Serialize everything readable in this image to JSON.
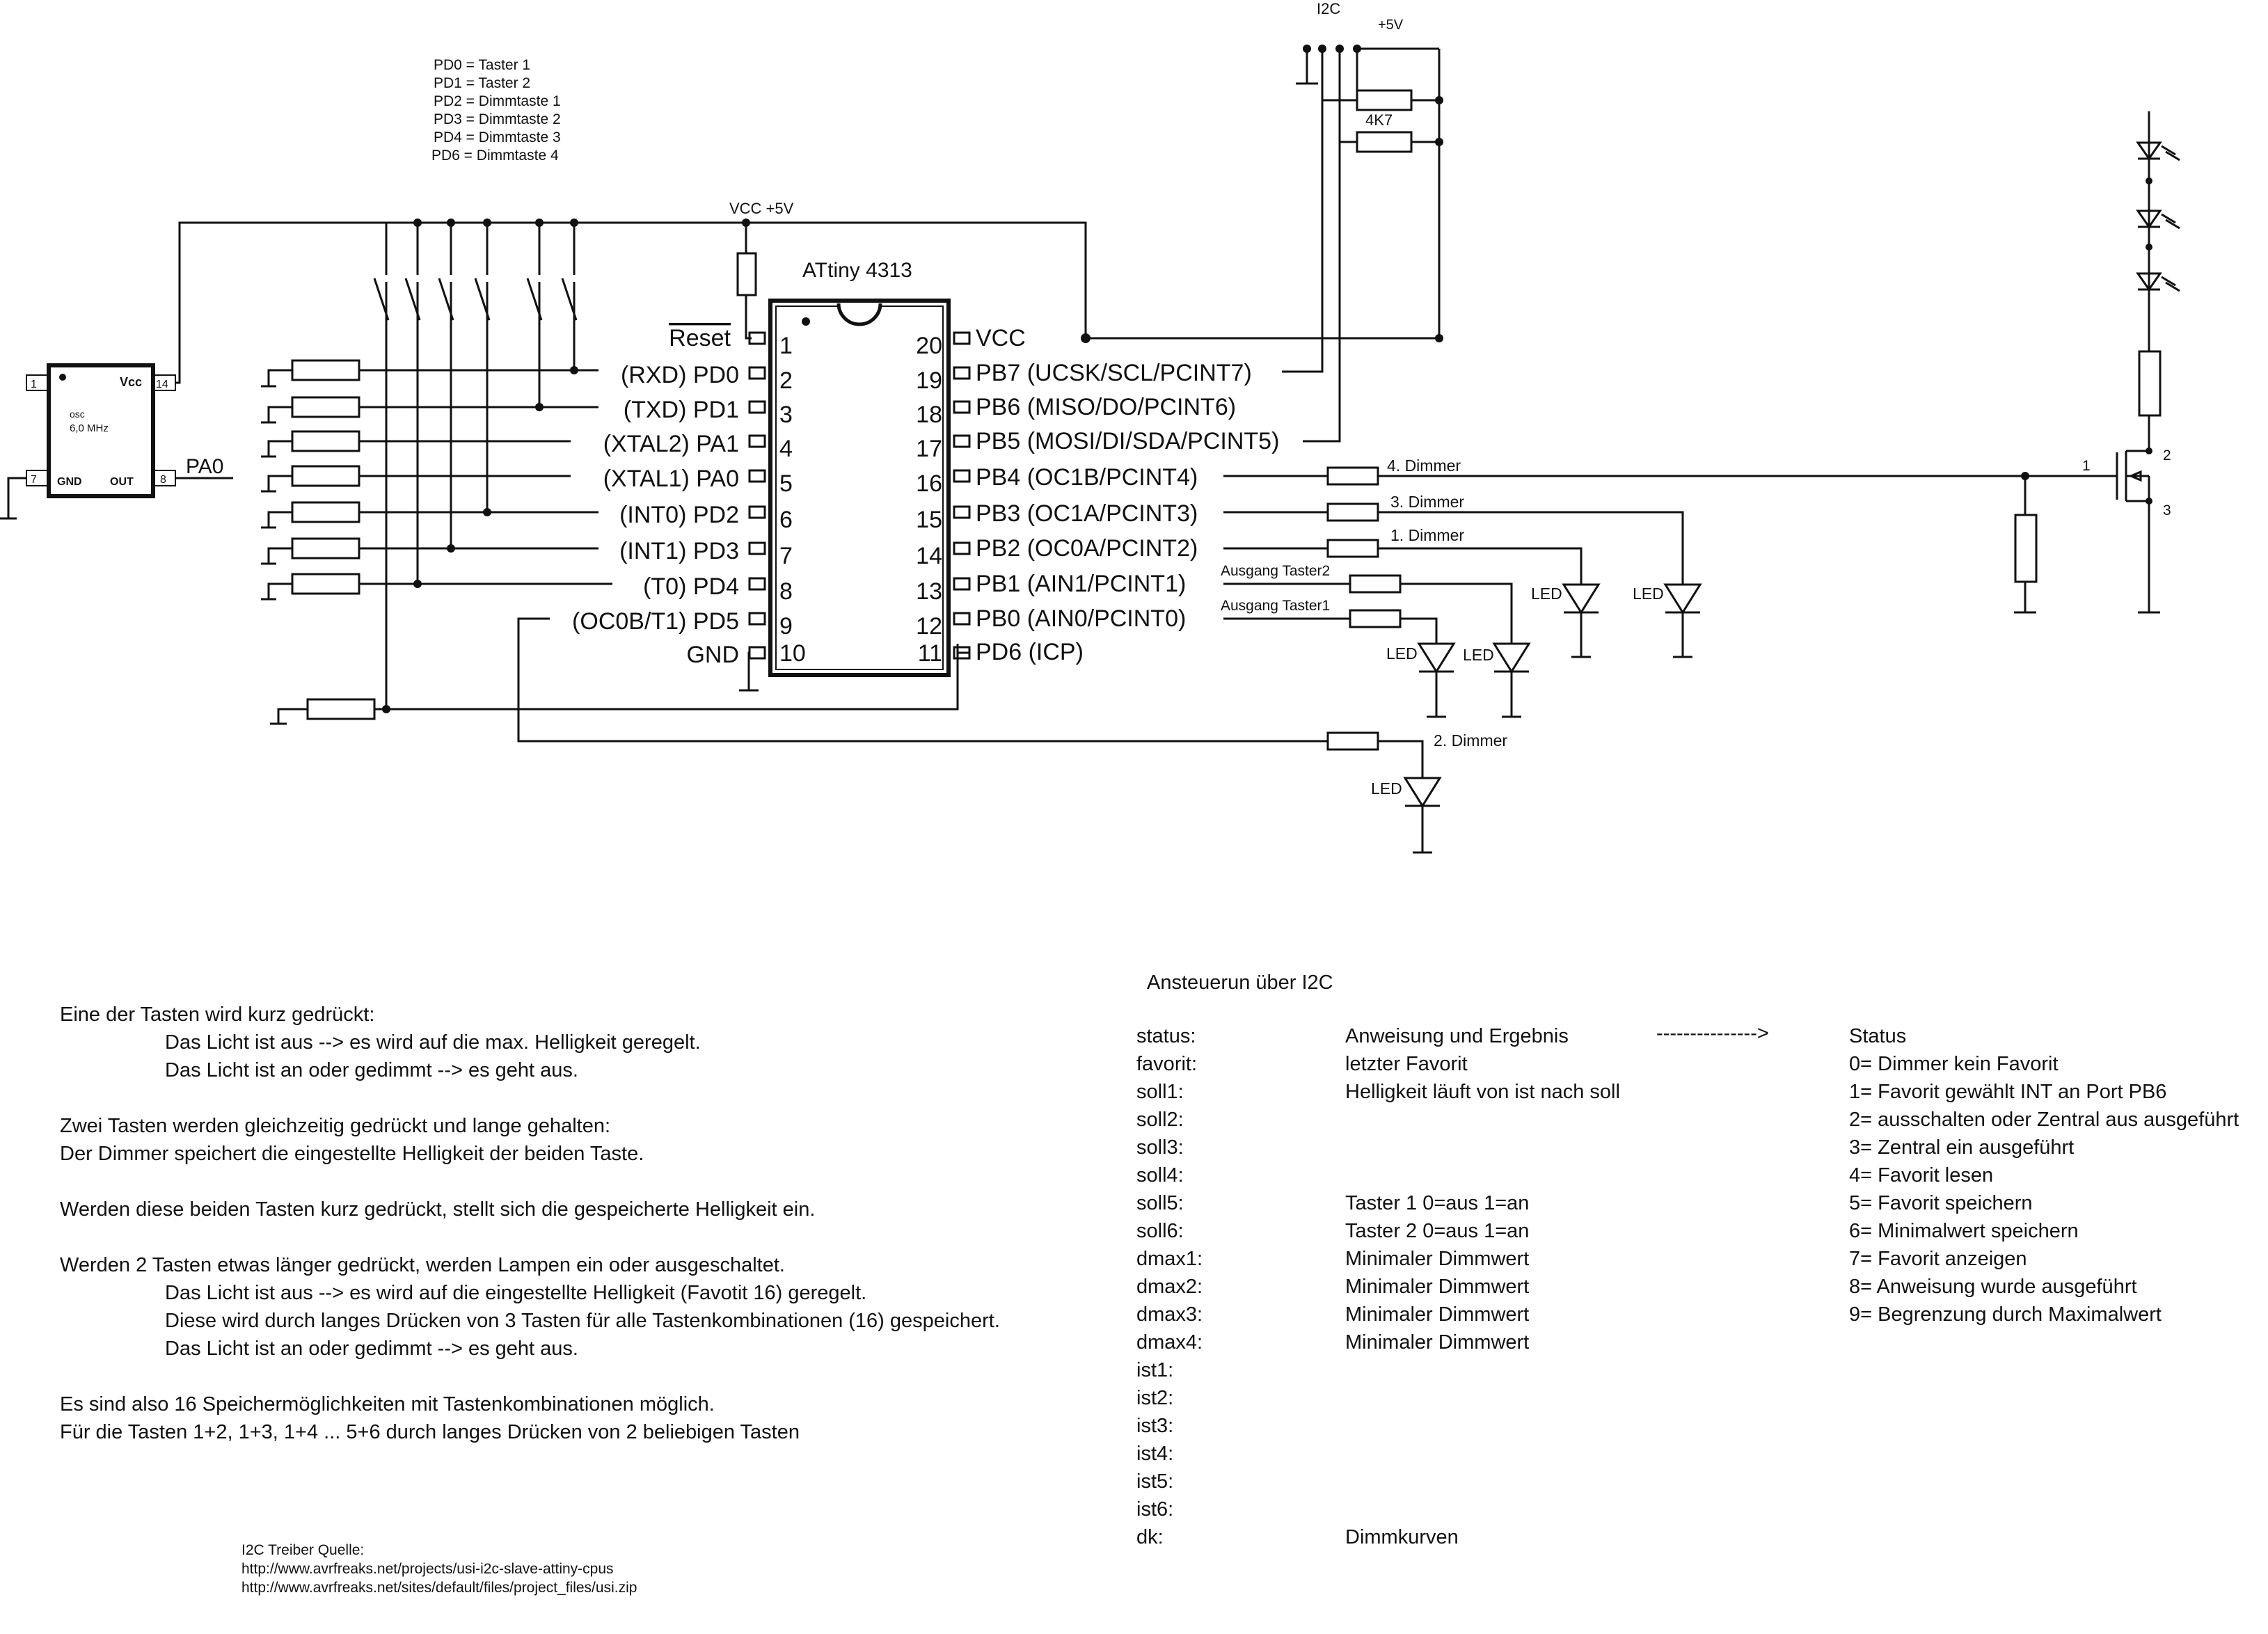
{
  "osc": {
    "name": "osc",
    "freq": "6,0 MHz",
    "pin1": "1",
    "pin7": "7",
    "pin8": "8",
    "pin14": "14",
    "gnd": "GND",
    "out": "OUT",
    "vcc": "Vcc",
    "pa0": "PA0"
  },
  "keys_legend": [
    "PD0 = Taster 1",
    "PD1 = Taster 2",
    "PD2 = Dimmtaste 1",
    "PD3 = Dimmtaste 2",
    "PD4 = Dimmtaste 3",
    "PD6 = Dimmtaste 4"
  ],
  "vcc_label": "VCC +5V",
  "chip": {
    "name": "ATtiny 4313",
    "left_pins": [
      {
        "num": "1",
        "name": "Reset"
      },
      {
        "num": "2",
        "name": "(RXD) PD0"
      },
      {
        "num": "3",
        "name": "(TXD) PD1"
      },
      {
        "num": "4",
        "name": "(XTAL2) PA1"
      },
      {
        "num": "5",
        "name": "(XTAL1) PA0"
      },
      {
        "num": "6",
        "name": "(INT0) PD2"
      },
      {
        "num": "7",
        "name": "(INT1) PD3"
      },
      {
        "num": "8",
        "name": "(T0) PD4"
      },
      {
        "num": "9",
        "name": "(OC0B/T1) PD5"
      },
      {
        "num": "10",
        "name": "GND"
      }
    ],
    "right_pins": [
      {
        "num": "20",
        "name": "VCC"
      },
      {
        "num": "19",
        "name": "PB7 (UCSK/SCL/PCINT7)"
      },
      {
        "num": "18",
        "name": "PB6 (MISO/DO/PCINT6)"
      },
      {
        "num": "17",
        "name": "PB5 (MOSI/DI/SDA/PCINT5)"
      },
      {
        "num": "16",
        "name": "PB4 (OC1B/PCINT4)"
      },
      {
        "num": "15",
        "name": "PB3 (OC1A/PCINT3)"
      },
      {
        "num": "14",
        "name": "PB2 (OC0A/PCINT2)"
      },
      {
        "num": "13",
        "name": "PB1 (AIN1/PCINT1)"
      },
      {
        "num": "12",
        "name": "PB0 (AIN0/PCINT0)"
      },
      {
        "num": "11",
        "name": "PD6 (ICP)"
      }
    ]
  },
  "i2c": {
    "label": "I2C",
    "plus5v": "+5V",
    "resistor": "4K7"
  },
  "outputs": {
    "dimmer4": "4. Dimmer",
    "dimmer3": "3. Dimmer",
    "dimmer1": "1. Dimmer",
    "dimmer2": "2. Dimmer",
    "taster2": "Ausgang Taster2",
    "taster1": "Ausgang Taster1",
    "led": "LED"
  },
  "mosfet": {
    "pin1": "1",
    "pin2": "2",
    "pin3": "3"
  },
  "notes": [
    {
      "text": "Eine der Tasten wird kurz gedrückt:",
      "indent": false
    },
    {
      "text": "Das Licht ist aus --> es wird auf die max. Helligkeit geregelt.",
      "indent": true
    },
    {
      "text": "Das Licht ist an oder gedimmt --> es geht aus.",
      "indent": true
    },
    {
      "text": "",
      "indent": false
    },
    {
      "text": "Zwei  Tasten werden gleichzeitig gedrückt und lange gehalten:",
      "indent": false
    },
    {
      "text": "Der Dimmer speichert die eingestellte Helligkeit der beiden Taste.",
      "indent": false
    },
    {
      "text": "",
      "indent": false
    },
    {
      "text": "Werden diese beiden Tasten kurz gedrückt, stellt sich die gespeicherte Helligkeit ein.",
      "indent": false
    },
    {
      "text": "",
      "indent": false
    },
    {
      "text": "Werden  2 Tasten etwas länger gedrückt, werden Lampen ein oder ausgeschaltet.",
      "indent": false
    },
    {
      "text": "Das Licht ist aus --> es wird auf die eingestellte Helligkeit (Favotit 16) geregelt.",
      "indent": true
    },
    {
      "text": "Diese wird durch langes Drücken von 3 Tasten für alle Tastenkombinationen (16) gespeichert.",
      "indent": true
    },
    {
      "text": "Das Licht ist an oder gedimmt --> es geht aus.",
      "indent": true
    },
    {
      "text": "",
      "indent": false
    },
    {
      "text": "Es sind also 16 Speichermöglichkeiten mit Tastenkombinationen möglich.",
      "indent": false
    },
    {
      "text": "Für die Tasten 1+2, 1+3, 1+4 ... 5+6 durch langes Drücken von 2 beliebigen Tasten",
      "indent": false
    }
  ],
  "i2c_section": {
    "title": "Ansteuerun über I2C",
    "arrow": "--------------->",
    "registers": [
      {
        "name": "status:",
        "desc": "Anweisung und Ergebnis"
      },
      {
        "name": "favorit:",
        "desc": "letzter Favorit"
      },
      {
        "name": "soll1:",
        "desc": "Helligkeit läuft von ist nach soll"
      },
      {
        "name": "soll2:",
        "desc": ""
      },
      {
        "name": "soll3:",
        "desc": ""
      },
      {
        "name": "soll4:",
        "desc": ""
      },
      {
        "name": "soll5:",
        "desc": "Taster 1      0=aus  1=an"
      },
      {
        "name": "soll6:",
        "desc": "Taster 2      0=aus  1=an"
      },
      {
        "name": "dmax1:",
        "desc": "Minimaler Dimmwert"
      },
      {
        "name": "dmax2:",
        "desc": "Minimaler Dimmwert"
      },
      {
        "name": "dmax3:",
        "desc": "Minimaler Dimmwert"
      },
      {
        "name": "dmax4:",
        "desc": "Minimaler Dimmwert"
      },
      {
        "name": "ist1:",
        "desc": ""
      },
      {
        "name": "ist2:",
        "desc": ""
      },
      {
        "name": "ist3:",
        "desc": ""
      },
      {
        "name": "ist4:",
        "desc": ""
      },
      {
        "name": "ist5:",
        "desc": ""
      },
      {
        "name": "ist6:",
        "desc": ""
      },
      {
        "name": "dk:",
        "desc": "Dimmkurven"
      }
    ],
    "status_title": "Status",
    "status": [
      "0= Dimmer kein Favorit",
      "1= Favorit gewählt INT an Port PB6",
      "2= ausschalten oder Zentral aus ausgeführt",
      "3= Zentral ein ausgeführt",
      "4= Favorit lesen",
      "5= Favorit speichern",
      "6= Minimalwert speichern",
      "7= Favorit anzeigen",
      "8= Anweisung wurde ausgeführt",
      "9= Begrenzung durch Maximalwert"
    ]
  },
  "source": [
    "I2C  Treiber  Quelle:",
    "http://www.avrfreaks.net/projects/usi-i2c-slave-attiny-cpus",
    "http://www.avrfreaks.net/sites/default/files/project_files/usi.zip"
  ]
}
